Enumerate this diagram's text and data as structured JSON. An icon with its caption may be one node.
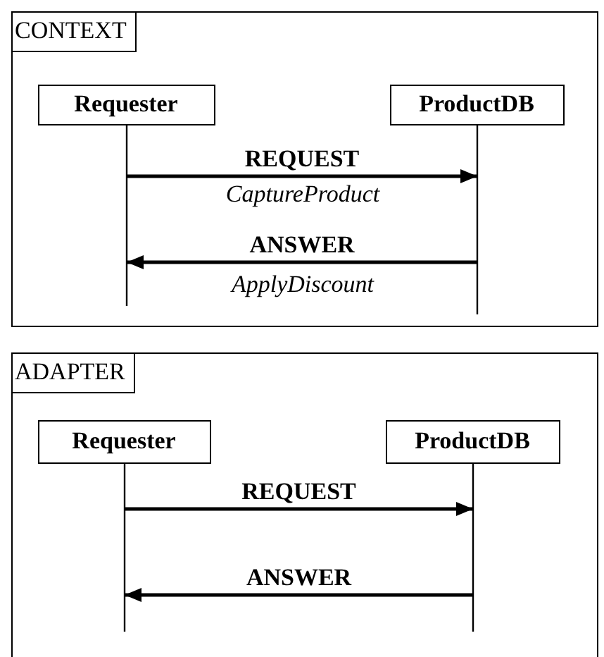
{
  "diagram": {
    "nodes": [
      {
        "text": [
          "CONTEXT"
        ]
      },
      {
        "text": [
          "Requester"
        ],
        "in": 0
      },
      {
        "text": [
          "ProductDB"
        ],
        "in": 0
      },
      {
        "text": [
          "ADAPTER"
        ]
      },
      {
        "text": [
          "Requester"
        ],
        "in": 3
      },
      {
        "text": [
          "ProductDB"
        ],
        "in": 3
      }
    ],
    "edges": [
      {
        "from": 1,
        "to": 2,
        "arrow": "to",
        "label": "REQUEST"
      },
      {
        "from": 2,
        "to": 1,
        "arrow": "to",
        "label": "ANSWER"
      },
      {
        "from": 4,
        "to": 5,
        "arrow": "to",
        "label": "REQUEST"
      },
      {
        "from": 5,
        "to": 4,
        "arrow": "to",
        "label": "ANSWER"
      }
    ],
    "labels": [
      "CaptureProduct",
      "ApplyDiscount"
    ]
  }
}
